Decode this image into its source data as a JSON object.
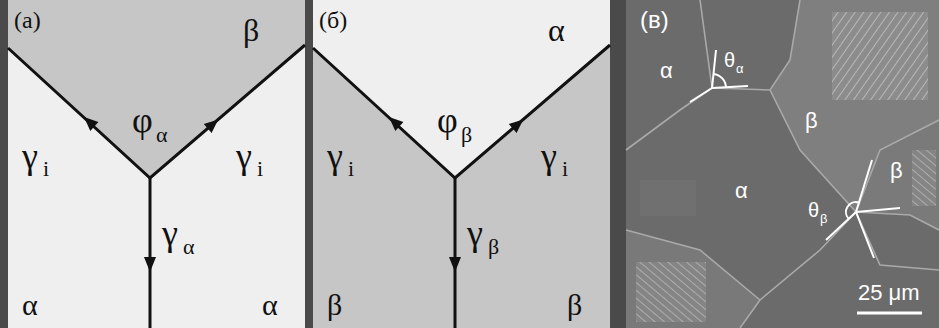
{
  "diagram": {
    "labels": [
      "(a)",
      "β",
      "φ",
      "α",
      "γ",
      "i",
      "γ",
      "i",
      "γ",
      "α",
      "α",
      "α",
      "(б)",
      "α",
      "φ",
      "β",
      "γ",
      "i",
      "γ",
      "i",
      "γ",
      "β",
      "β",
      "β",
      "(в)",
      "α",
      "θ",
      "α",
      "β",
      "β",
      "α",
      "θ",
      "β",
      "25 μm"
    ]
  }
}
